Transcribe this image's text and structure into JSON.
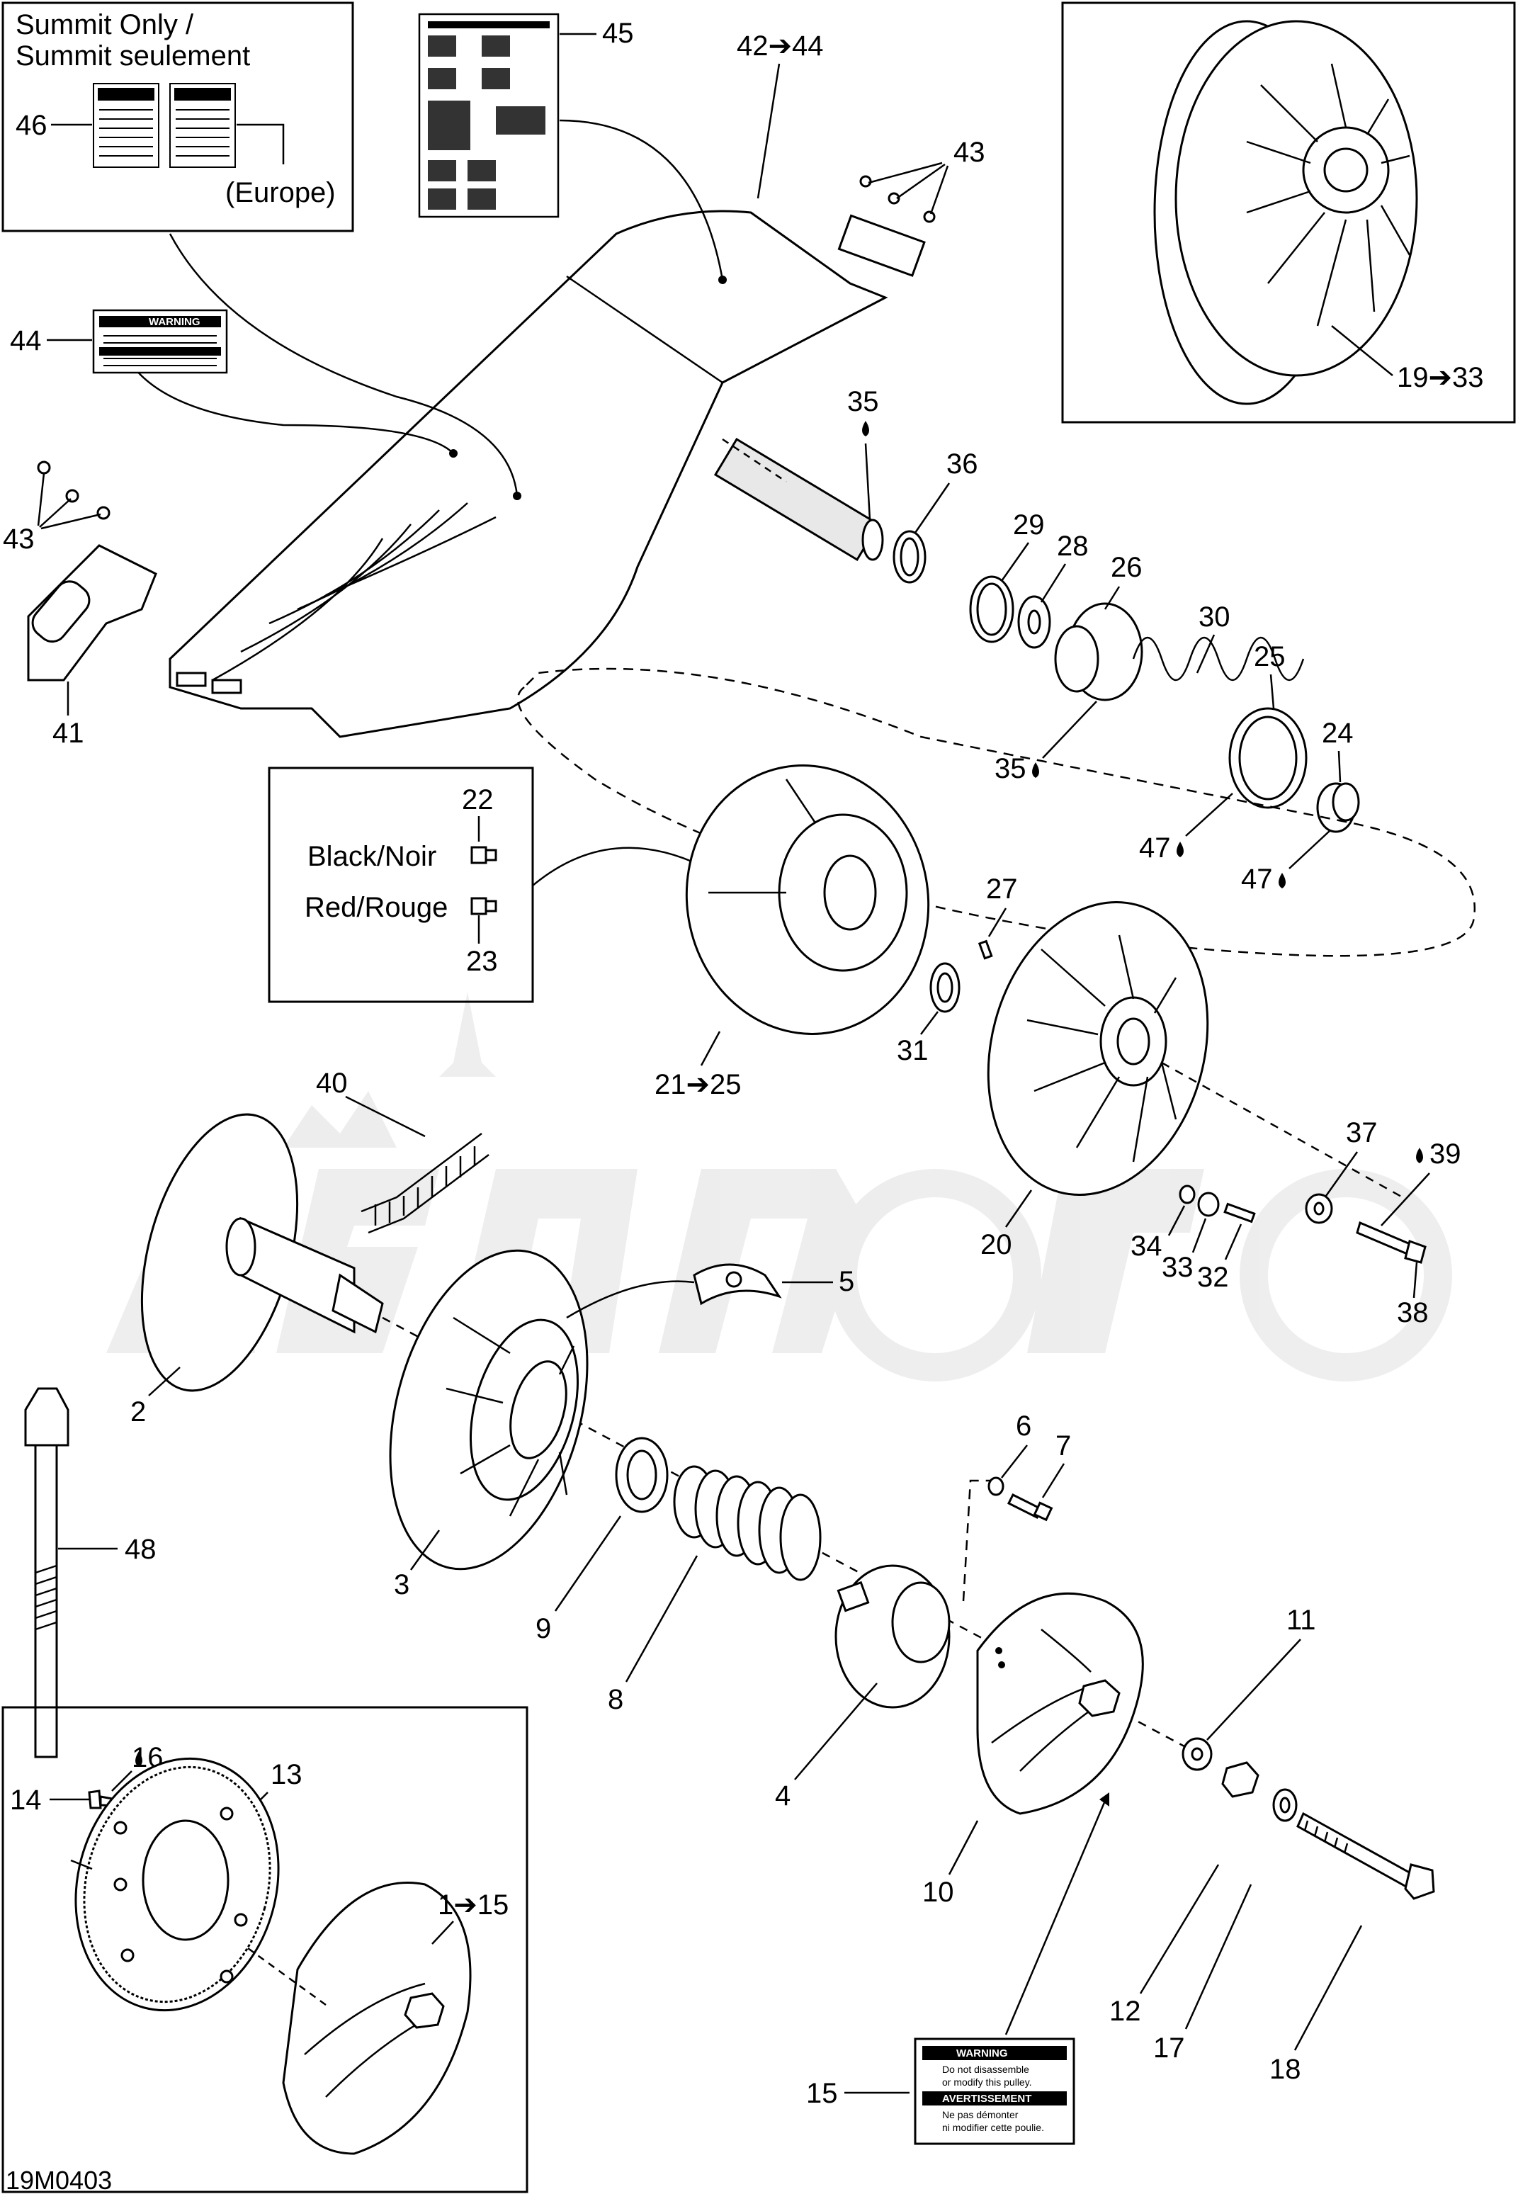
{
  "summit_box": {
    "title_line1": "Summit Only /",
    "title_line2": "Summit seulement",
    "europe_label": "(Europe)"
  },
  "wire_box": {
    "black_label": "Black/Noir",
    "red_label": "Red/Rouge"
  },
  "warning_decal": {
    "warning": "WARNING",
    "line1": "Do not disassemble",
    "line2": "or modify this pulley.",
    "avertissement": "AVERTISSEMENT",
    "line3": "Ne pas démonter",
    "line4": "ni modifier cette poulie."
  },
  "callouts": {
    "c1": "1➔15",
    "c2": "2",
    "c3": "3",
    "c4": "4",
    "c5": "5",
    "c6": "6",
    "c7": "7",
    "c8": "8",
    "c9": "9",
    "c10": "10",
    "c11": "11",
    "c12": "12",
    "c13": "13",
    "c14": "14",
    "c15": "15",
    "c16": "16",
    "c17": "17",
    "c18": "18",
    "c19": "19➔33",
    "c20": "20",
    "c21": "21➔25",
    "c22": "22",
    "c23": "23",
    "c24": "24",
    "c25": "25",
    "c26": "26",
    "c27": "27",
    "c28": "28",
    "c29": "29",
    "c30": "30",
    "c31": "31",
    "c32": "32",
    "c33": "33",
    "c34": "34",
    "c35a": "35",
    "c35b": "35",
    "c36": "36",
    "c37": "37",
    "c38": "38",
    "c39": "39",
    "c40": "40",
    "c41": "41",
    "c42": "42➔44",
    "c43a": "43",
    "c43b": "43",
    "c44": "44",
    "c45": "45",
    "c46": "46",
    "c47a": "47",
    "c47b": "47",
    "c48": "48"
  },
  "figure_code": "19M0403",
  "icons": {
    "lubricant": "oil-drop-icon"
  }
}
